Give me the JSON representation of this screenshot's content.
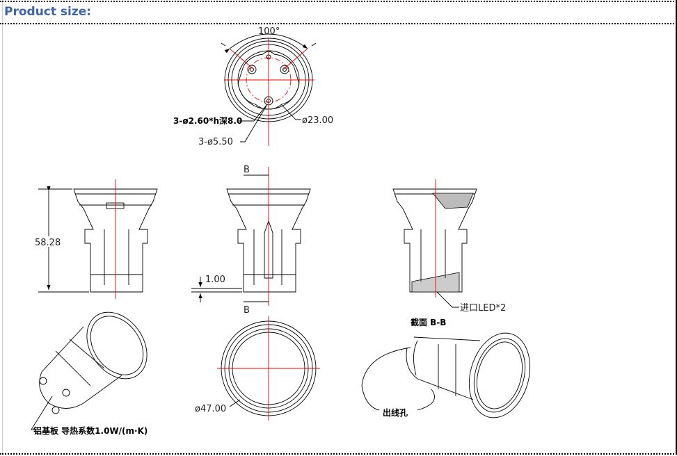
{
  "header": {
    "title": "Product size:"
  },
  "drawing": {
    "top_view": {
      "angle": "100°",
      "hole_note": "3-ø2.60*h深8.0",
      "diameter_inner": "ø23.00",
      "hole_outer": "3-ø5.50"
    },
    "side_view": {
      "height": "58.28"
    },
    "front_view": {
      "section_top": "B",
      "section_bottom": "B",
      "offset": "1.00"
    },
    "section_view": {
      "led_note": "进口LED*2",
      "title": "截面  B-B"
    },
    "bottom_view": {
      "diameter": "ø47.00"
    },
    "iso_left": {
      "note": "铝基板  导热系数1.0W/(m·K)"
    },
    "iso_right": {
      "note": "出线孔"
    }
  }
}
